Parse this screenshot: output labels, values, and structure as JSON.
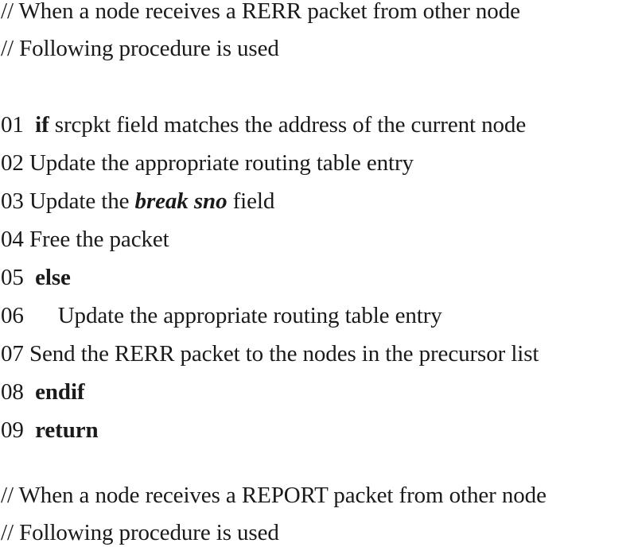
{
  "document": {
    "header_comment_1": "// When a node receives a RERR packet from other node",
    "header_comment_2": "// Following procedure is used",
    "lines": [
      {
        "num": "01",
        "gap": "  ",
        "keyword": "if",
        "text": " srcpkt field matches the address of the current node"
      },
      {
        "num": "02",
        "text": " Update the appropriate routing table entry"
      },
      {
        "num": "03",
        "pre": " Update the ",
        "emph": "break sno",
        "post": " field"
      },
      {
        "num": "04",
        "text": " Free the packet"
      },
      {
        "num": "05",
        "gap": "  ",
        "keyword": "else"
      },
      {
        "num": "06",
        "text": "      Update the appropriate routing table entry"
      },
      {
        "num": "07",
        "text": " Send the RERR packet to the nodes in the precursor list"
      },
      {
        "num": "08",
        "gap": "  ",
        "keyword": "endif"
      },
      {
        "num": "09",
        "gap": "  ",
        "keyword": "return"
      }
    ],
    "footer_comment_1": "// When a node receives a REPORT packet from other node",
    "footer_comment_2": "// Following procedure is used"
  }
}
